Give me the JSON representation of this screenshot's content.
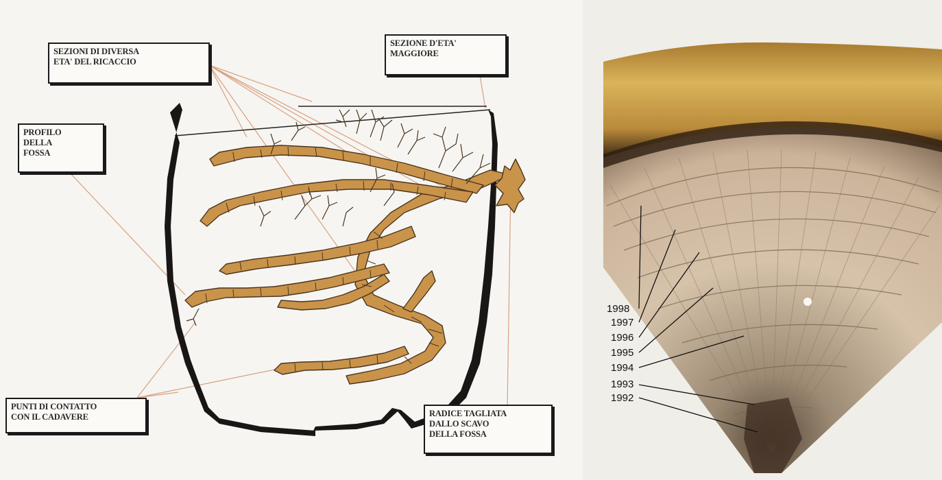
{
  "labels": {
    "sezioni_diversa_eta": "SEZIONI DI DIVERSA\nETA' DEL RICACCIO",
    "sezione_eta_maggiore": "SEZIONE D'ETA'\nMAGGIORE",
    "profilo_fossa": "PROFILO\nDELLA\nFOSSA",
    "punti_contatto": "PUNTI DI CONTATTO\nCON IL CADAVERE",
    "radice_tagliata": "RADICE TAGLIATA\nDALLO SCAVO\nDELLA FOSSA"
  },
  "ring_years": [
    "1998",
    "1997",
    "1996",
    "1995",
    "1994",
    "1993",
    "1992"
  ],
  "colors": {
    "root_fill": "#c9934a",
    "root_outline": "#4a3420",
    "pit_profile": "#1a1616",
    "leader_line": "#d8a080",
    "bark": "#c9a24a",
    "wood": "#cdb79a"
  }
}
